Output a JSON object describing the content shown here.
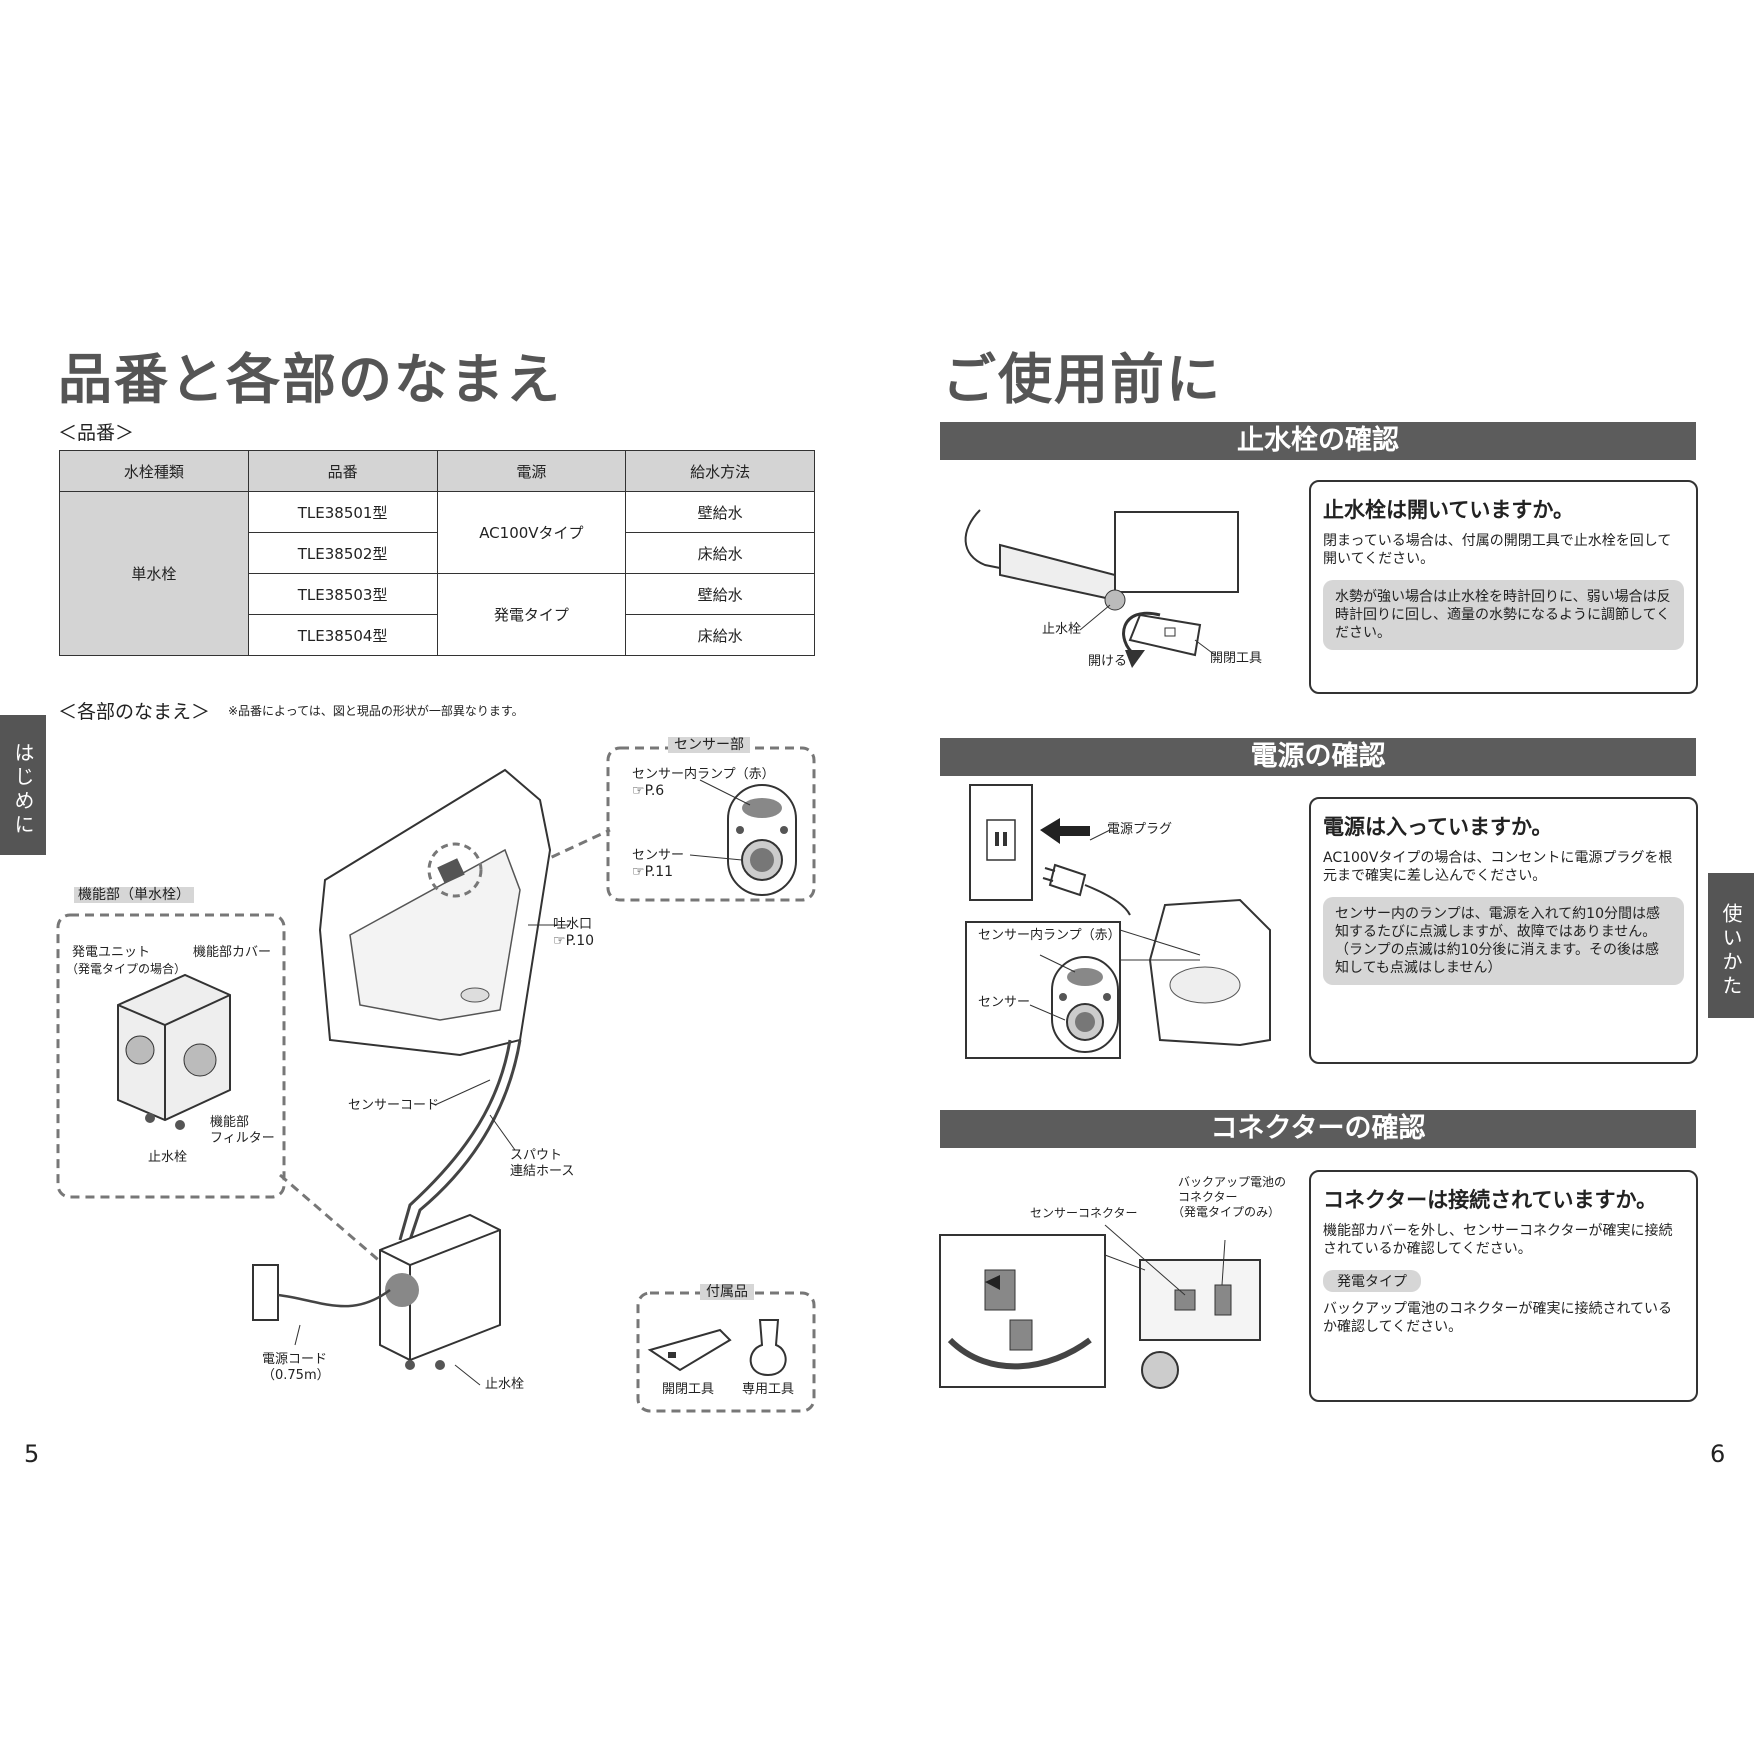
{
  "left": {
    "title": "品番と各部のなまえ",
    "hinban_heading": "＜品番＞",
    "table": {
      "headers": [
        "水栓種類",
        "品番",
        "電源",
        "給水方法"
      ],
      "type_cell": "単水栓",
      "models": [
        "TLE38501型",
        "TLE38502型",
        "TLE38503型",
        "TLE38504型"
      ],
      "power": [
        "AC100Vタイプ",
        "発電タイプ"
      ],
      "supply": [
        "壁給水",
        "床給水",
        "壁給水",
        "床給水"
      ]
    },
    "parts_heading": "＜各部のなまえ＞",
    "parts_note": "※品番によっては、図と現品の形状が一部異なります。",
    "sensor_box": {
      "title": "センサー部",
      "lamp": "センサー内ランプ（赤）",
      "lamp_ref": "P.6",
      "sensor": "センサー",
      "sensor_ref": "P.11"
    },
    "func_box": {
      "title": "機能部（単水栓）",
      "gen_unit": "発電ユニット",
      "gen_unit_note": "（発電タイプの場合）",
      "cover": "機能部カバー",
      "filter_1": "機能部",
      "filter_2": "フィルター",
      "valve": "止水栓"
    },
    "spout": "吐水口",
    "spout_ref": "P.10",
    "sensor_cord": "センサーコード",
    "spout_hose_1": "スパウト",
    "spout_hose_2": "連結ホース",
    "power_cord": "電源コード",
    "power_cord_len": "（0.75m）",
    "valve": "止水栓",
    "accessories": {
      "title": "付属品",
      "tool1": "開閉工具",
      "tool2": "専用工具"
    },
    "side_tab": "はじめに",
    "page": "5"
  },
  "right": {
    "title": "ご使用前に",
    "side_tab": "使いかた",
    "page": "6",
    "sec1": {
      "bar": "止水栓の確認",
      "q": "止水栓は開いていますか。",
      "text": "閉まっている場合は、付属の開閉工具で止水栓を回して開いてください。",
      "note": "水勢が強い場合は止水栓を時計回りに、弱い場合は反時計回りに回し、適量の水勢になるように調節してください。",
      "lbl_valve": "止水栓",
      "lbl_open": "開ける",
      "lbl_tool": "開閉工具"
    },
    "sec2": {
      "bar": "電源の確認",
      "q": "電源は入っていますか。",
      "text": "AC100Vタイプの場合は、コンセントに電源プラグを根元まで確実に差し込んでください。",
      "note1": "センサー内のランプは、電源を入れて約10分間は感知するたびに点滅しますが、故障ではありません。",
      "note2": "（ランプの点滅は約10分後に消えます。その後は感知しても点滅はしません）",
      "lbl_plug": "電源プラグ",
      "lbl_lamp": "センサー内ランプ（赤）",
      "lbl_sensor": "センサー"
    },
    "sec3": {
      "bar": "コネクターの確認",
      "q": "コネクターは接続されていますか。",
      "text": "機能部カバーを外し、センサーコネクターが確実に接続されているか確認してください。",
      "chip": "発電タイプ",
      "text2": "バックアップ電池のコネクターが確実に接続されているか確認してください。",
      "lbl_backup_1": "バックアップ電池の",
      "lbl_backup_2": "コネクター",
      "lbl_backup_3": "（発電タイプのみ）",
      "lbl_sensor_conn": "センサーコネクター"
    }
  }
}
